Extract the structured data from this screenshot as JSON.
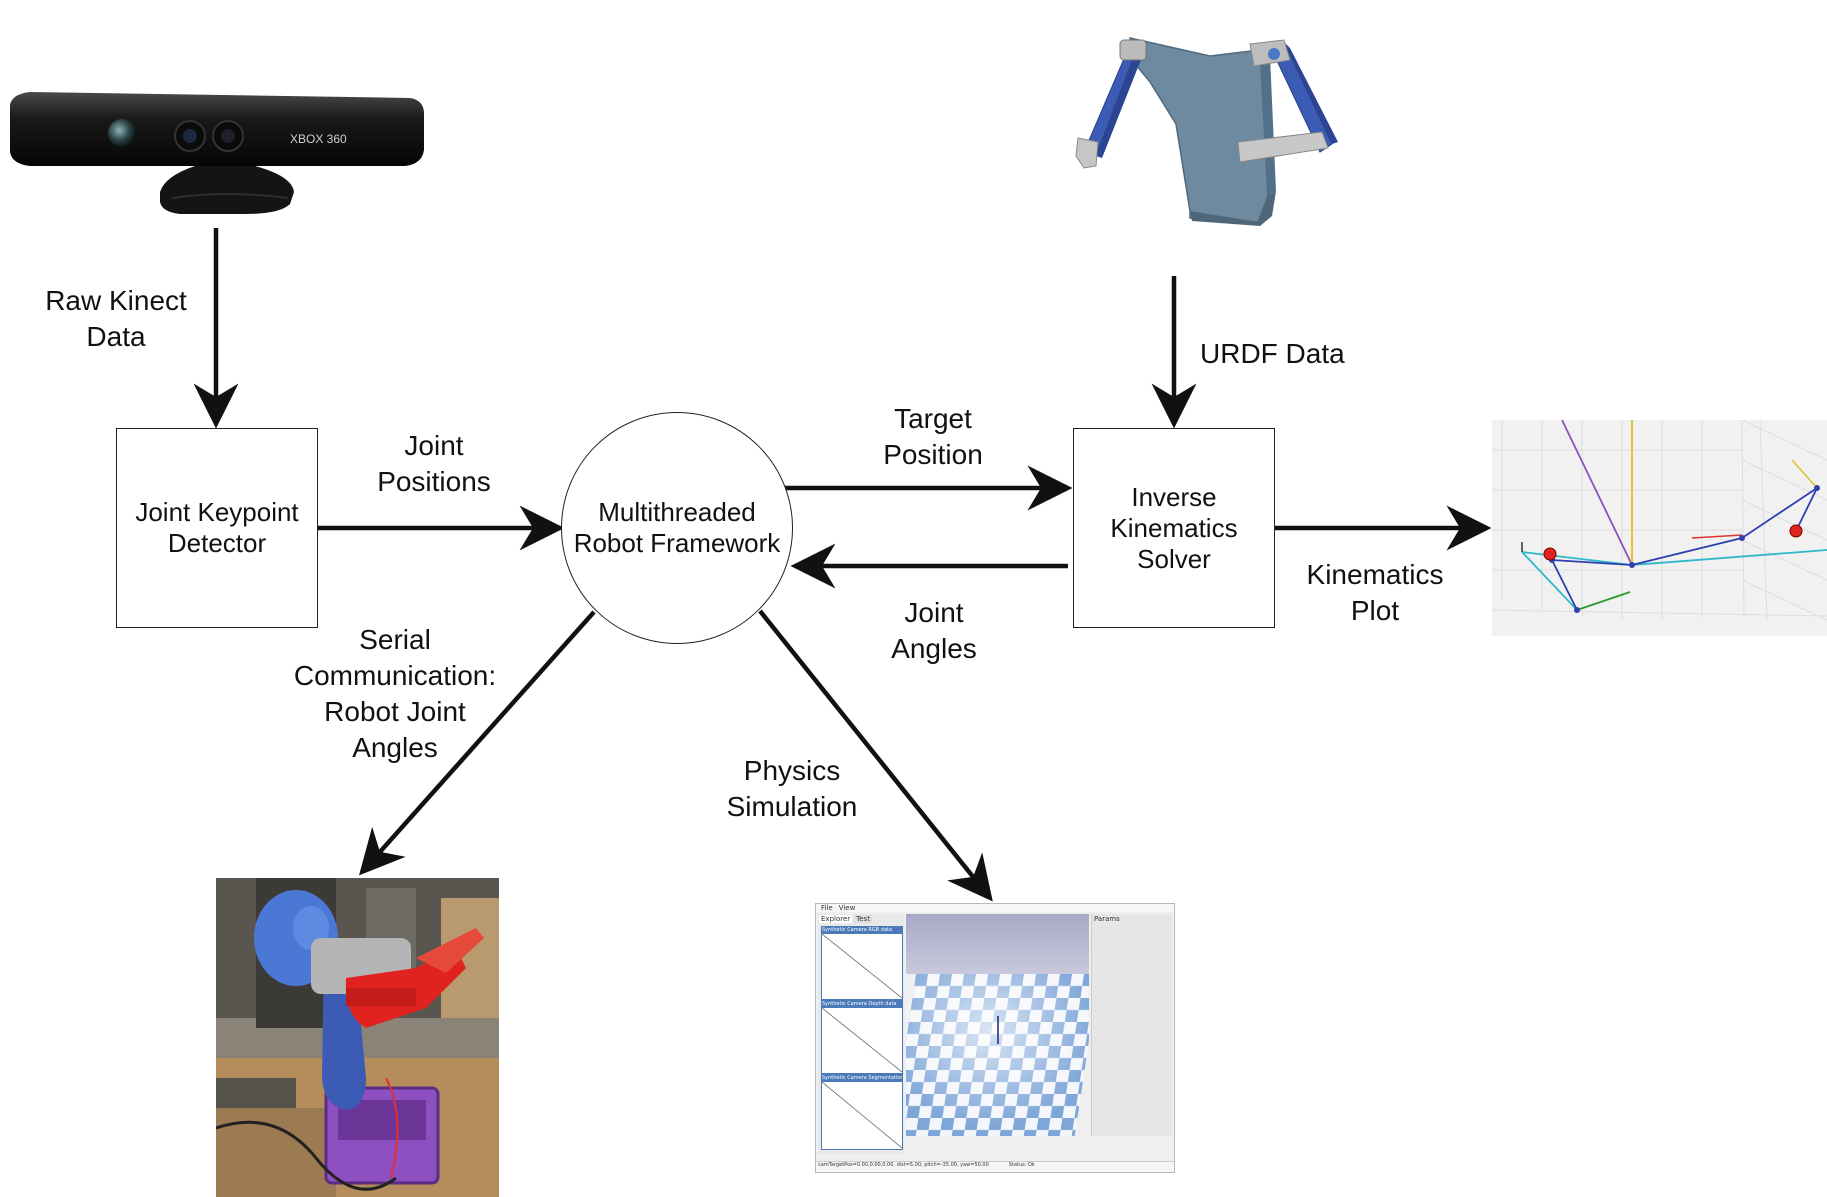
{
  "nodes": {
    "keypoint_detector": "Joint Keypoint\nDetector",
    "framework": "Multithreaded\nRobot Framework",
    "ik_solver": "Inverse\nKinematics\nSolver"
  },
  "edges": {
    "raw_kinect": "Raw Kinect\nData",
    "joint_positions": "Joint\nPositions",
    "target_position": "Target\nPosition",
    "joint_angles": "Joint\nAngles",
    "urdf": "URDF Data",
    "kinematics_plot": "Kinematics\nPlot",
    "serial": "Serial\nCommunication:\nRobot Joint\nAngles",
    "physics": "Physics\nSimulation"
  },
  "images": {
    "kinect": {
      "icon": "kinect-sensor-photo",
      "brand_text": "XBOX 360"
    },
    "torso_model": {
      "icon": "robot-torso-cad-render"
    },
    "kinematics_plot": {
      "icon": "3d-kinematics-plot"
    },
    "robot_photo": {
      "icon": "robot-arm-photo"
    },
    "sim_window": {
      "icon": "physics-simulator-window",
      "menu": [
        "File",
        "View"
      ],
      "tabs": [
        "Explorer",
        "Test"
      ],
      "panels": [
        "Synthetic Camera RGB data",
        "Synthetic Camera Depth data",
        "Synthetic Camera Segmentation data"
      ],
      "right_panel": "Params",
      "status_left": "camTargetPos=0.00,0.00,0.00, dist=5.00, pitch=-35.00, yaw=50.00",
      "status_right": "Status: Ok"
    }
  },
  "colors": {
    "stroke": "#111111",
    "robot_blue": "#3b5bb5",
    "robot_red": "#e0231f",
    "robot_purple": "#8e4fc0",
    "torso_gray": "#6e8aa0",
    "checker_blue": "#7ea6d8"
  }
}
